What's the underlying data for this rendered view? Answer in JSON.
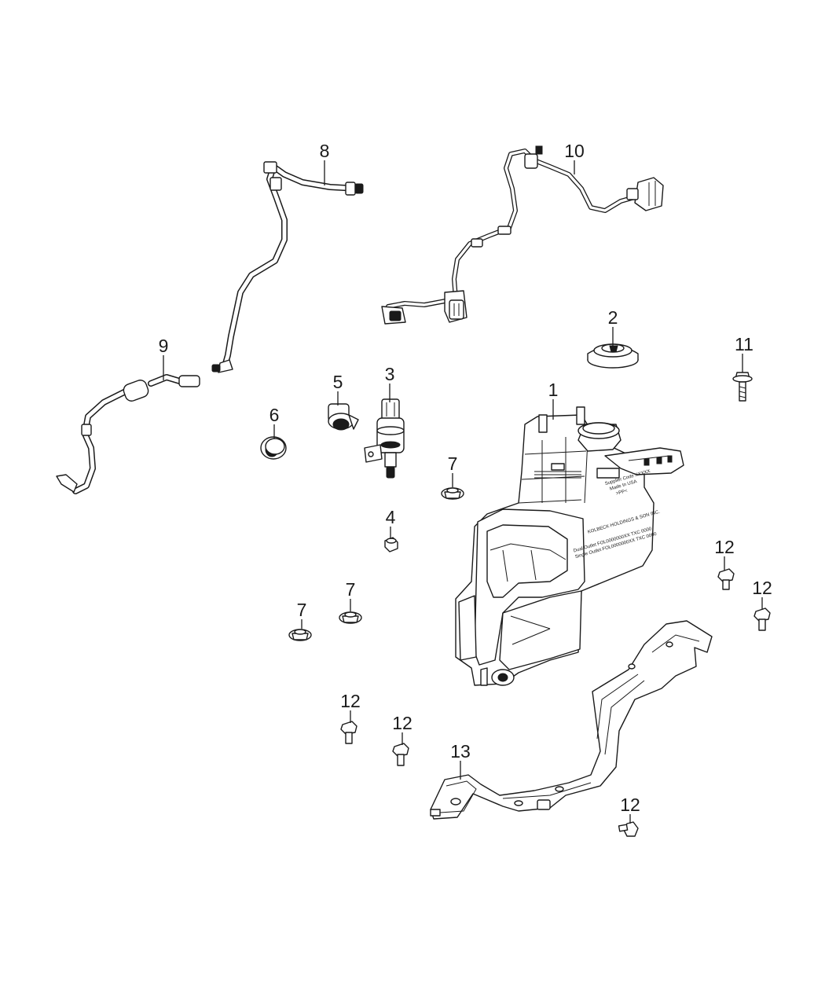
{
  "callouts": {
    "c1": "1",
    "c2": "2",
    "c3": "3",
    "c4": "4",
    "c5": "5",
    "c6": "6",
    "c7": "7",
    "c8": "8",
    "c9": "9",
    "c10": "10",
    "c11": "11",
    "c12": "12",
    "c13": "13"
  },
  "reservoir_markings": [
    "Supplier Code XXXXX",
    "Made In USA",
    ">PP<",
    "KOLBECK HOLDINGS & SON INC.",
    "Dual Outlet  FOL0000000XX  TXC 0000",
    "Single Outlet FOL0000000XX  TXC 0000"
  ]
}
